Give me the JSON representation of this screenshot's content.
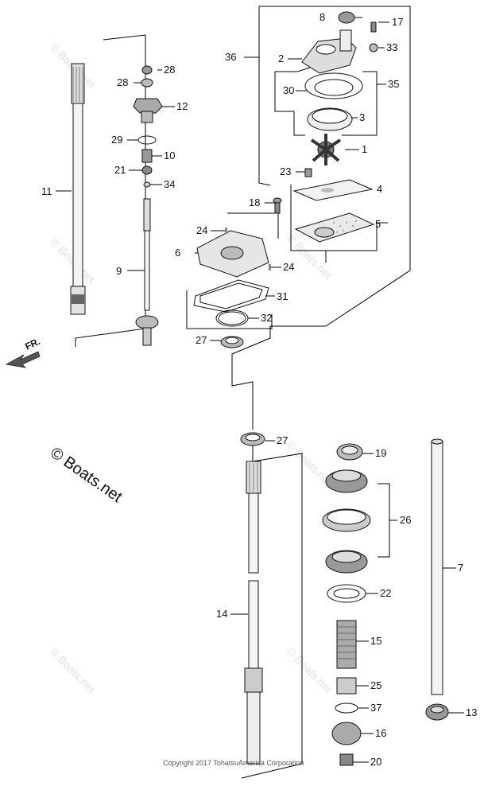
{
  "callouts": [
    {
      "num": "8"
    },
    {
      "num": "17"
    },
    {
      "num": "33"
    },
    {
      "num": "36"
    },
    {
      "num": "2"
    },
    {
      "num": "35"
    },
    {
      "num": "30"
    },
    {
      "num": "3"
    },
    {
      "num": "1"
    },
    {
      "num": "23"
    },
    {
      "num": "4"
    },
    {
      "num": "18"
    },
    {
      "num": "5"
    },
    {
      "num": "28"
    },
    {
      "num": "28"
    },
    {
      "num": "12"
    },
    {
      "num": "29"
    },
    {
      "num": "10"
    },
    {
      "num": "21"
    },
    {
      "num": "34"
    },
    {
      "num": "11"
    },
    {
      "num": "24"
    },
    {
      "num": "6"
    },
    {
      "num": "24"
    },
    {
      "num": "9"
    },
    {
      "num": "31"
    },
    {
      "num": "32"
    },
    {
      "num": "27"
    },
    {
      "num": "27"
    },
    {
      "num": "19"
    },
    {
      "num": "26"
    },
    {
      "num": "7"
    },
    {
      "num": "22"
    },
    {
      "num": "14"
    },
    {
      "num": "15"
    },
    {
      "num": "25"
    },
    {
      "num": "37"
    },
    {
      "num": "13"
    },
    {
      "num": "16"
    },
    {
      "num": "20"
    }
  ],
  "direction_label": "FR.",
  "watermark_main": "© Boats.net",
  "watermark_small": "© Boats.net",
  "copyright": "Copyright 2017 TohatsuAmerica Corporation"
}
